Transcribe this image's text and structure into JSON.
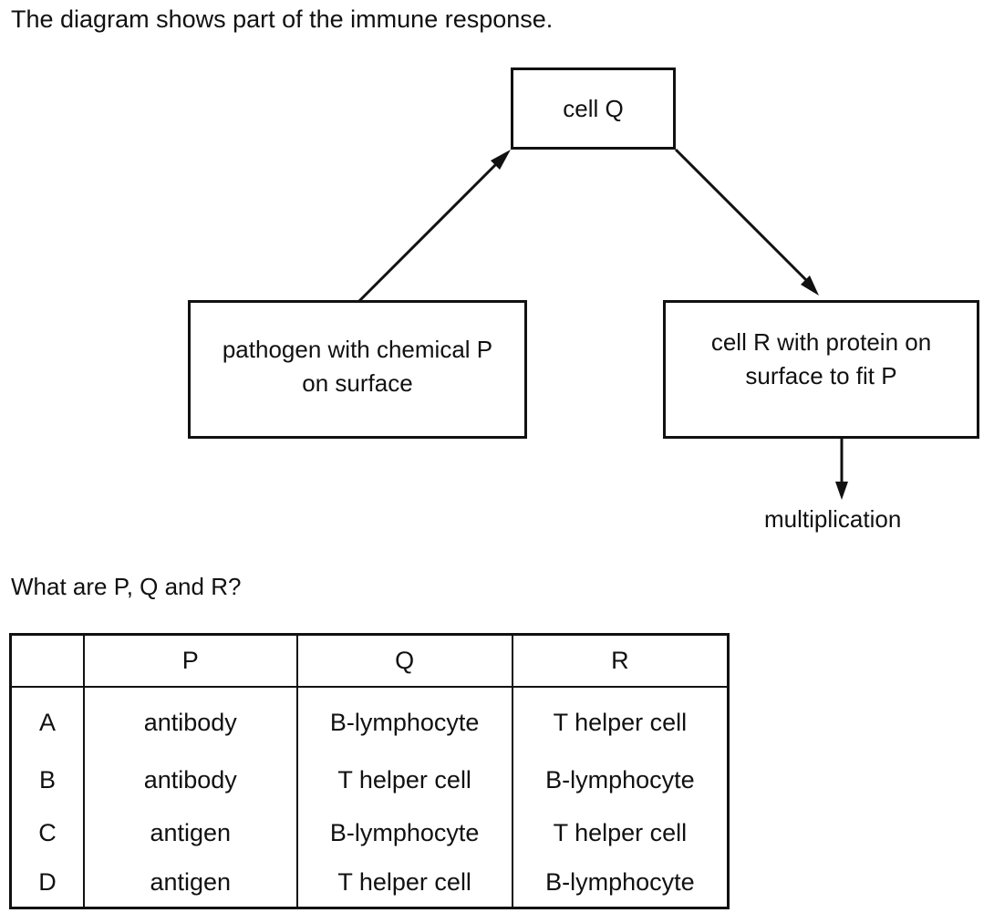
{
  "intro_text": "The diagram shows part of the immune response.",
  "diagram": {
    "cell_q": "cell Q",
    "pathogen_line1": "pathogen with chemical P",
    "pathogen_line2": "on surface",
    "cell_r_line1": "cell R with protein on",
    "cell_r_line2": "surface to fit P",
    "multiplication": "multiplication"
  },
  "question_text": "What are P, Q and R?",
  "table": {
    "headers": [
      "",
      "P",
      "Q",
      "R"
    ],
    "rows": [
      {
        "key": "A",
        "p": "antibody",
        "q": "B-lymphocyte",
        "r": "T helper cell"
      },
      {
        "key": "B",
        "p": "antibody",
        "q": "T helper cell",
        "r": "B-lymphocyte"
      },
      {
        "key": "C",
        "p": "antigen",
        "q": "B-lymphocyte",
        "r": "T helper cell"
      },
      {
        "key": "D",
        "p": "antigen",
        "q": "T helper cell",
        "r": "B-lymphocyte"
      }
    ]
  },
  "colors": {
    "ink": "#111111",
    "background": "#ffffff"
  }
}
